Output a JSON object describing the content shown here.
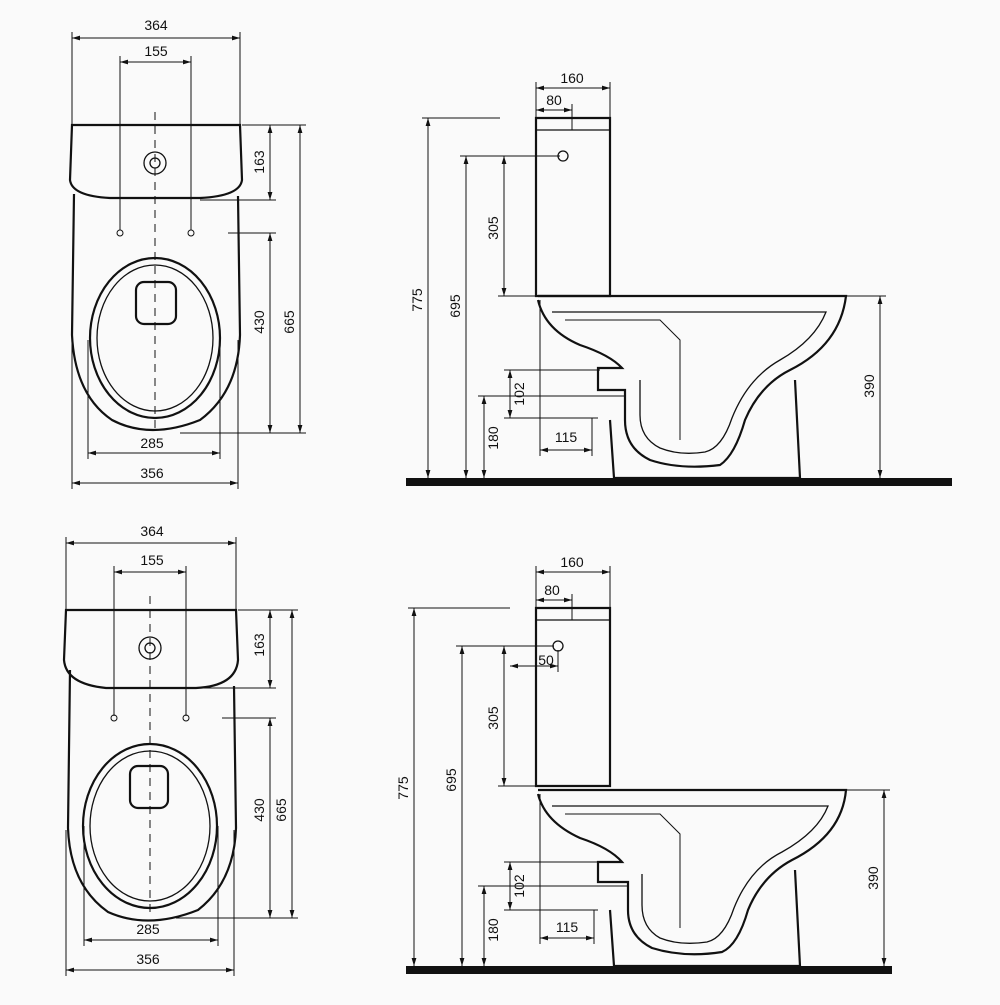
{
  "views": {
    "top_a": {
      "d364": "364",
      "d155": "155",
      "d163": "163",
      "d430": "430",
      "d665": "665",
      "d285": "285",
      "d356": "356"
    },
    "side_a": {
      "d160": "160",
      "d80": "80",
      "d775": "775",
      "d695": "695",
      "d305": "305",
      "d102": "102",
      "d180": "180",
      "d115": "115",
      "d390": "390"
    },
    "top_b": {
      "d364": "364",
      "d155": "155",
      "d163": "163",
      "d430": "430",
      "d665": "665",
      "d285": "285",
      "d356": "356"
    },
    "side_b": {
      "d160": "160",
      "d80": "80",
      "d50": "50",
      "d775": "775",
      "d695": "695",
      "d305": "305",
      "d102": "102",
      "d180": "180",
      "d115": "115",
      "d390": "390"
    }
  }
}
